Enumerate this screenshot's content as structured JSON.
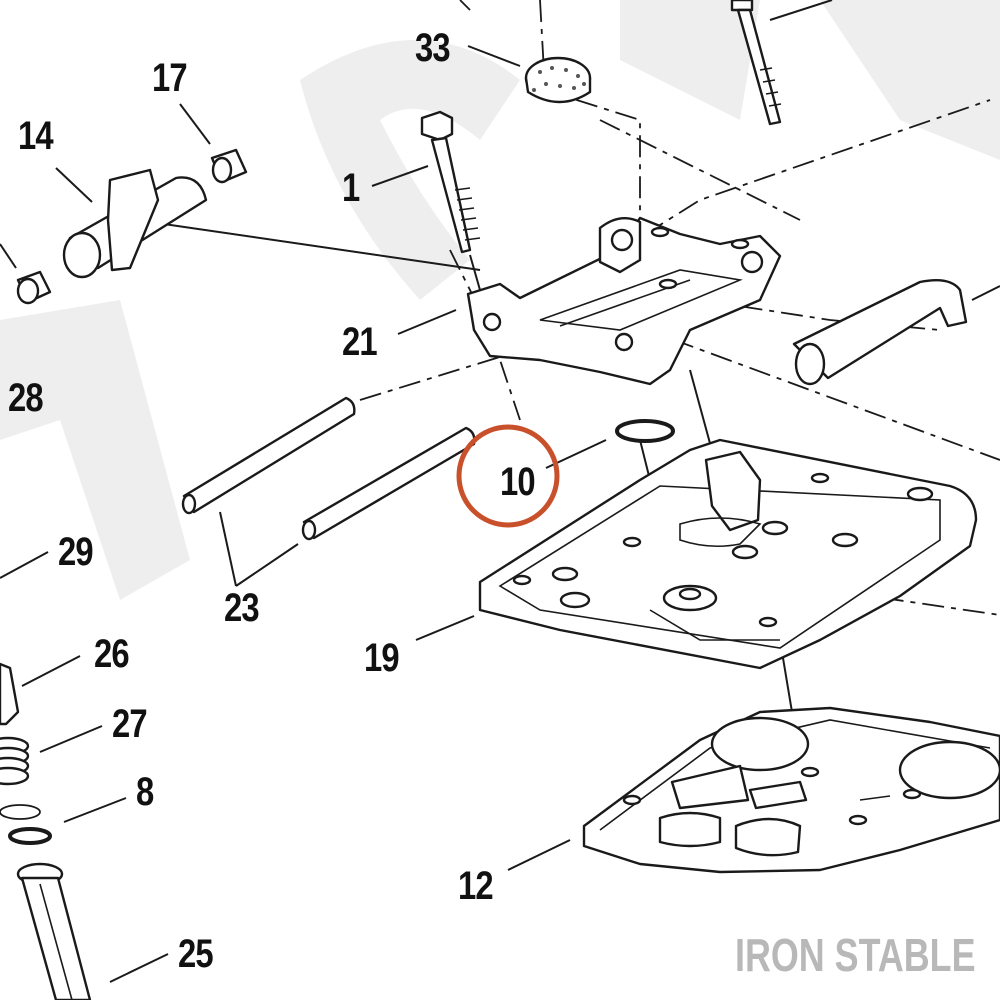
{
  "diagram": {
    "brand_text": "IRON STABLE",
    "highlight_color": "#c8502a",
    "watermark_color": "#eeeeee",
    "callouts": [
      {
        "id": "33",
        "label": "33"
      },
      {
        "id": "17",
        "label": "17"
      },
      {
        "id": "14",
        "label": "14"
      },
      {
        "id": "1",
        "label": "1"
      },
      {
        "id": "21",
        "label": "21"
      },
      {
        "id": "28",
        "label": "28"
      },
      {
        "id": "10",
        "label": "10"
      },
      {
        "id": "29",
        "label": "29"
      },
      {
        "id": "23",
        "label": "23"
      },
      {
        "id": "19",
        "label": "19"
      },
      {
        "id": "26",
        "label": "26"
      },
      {
        "id": "27",
        "label": "27"
      },
      {
        "id": "8",
        "label": "8"
      },
      {
        "id": "12",
        "label": "12"
      },
      {
        "id": "25",
        "label": "25"
      }
    ]
  }
}
